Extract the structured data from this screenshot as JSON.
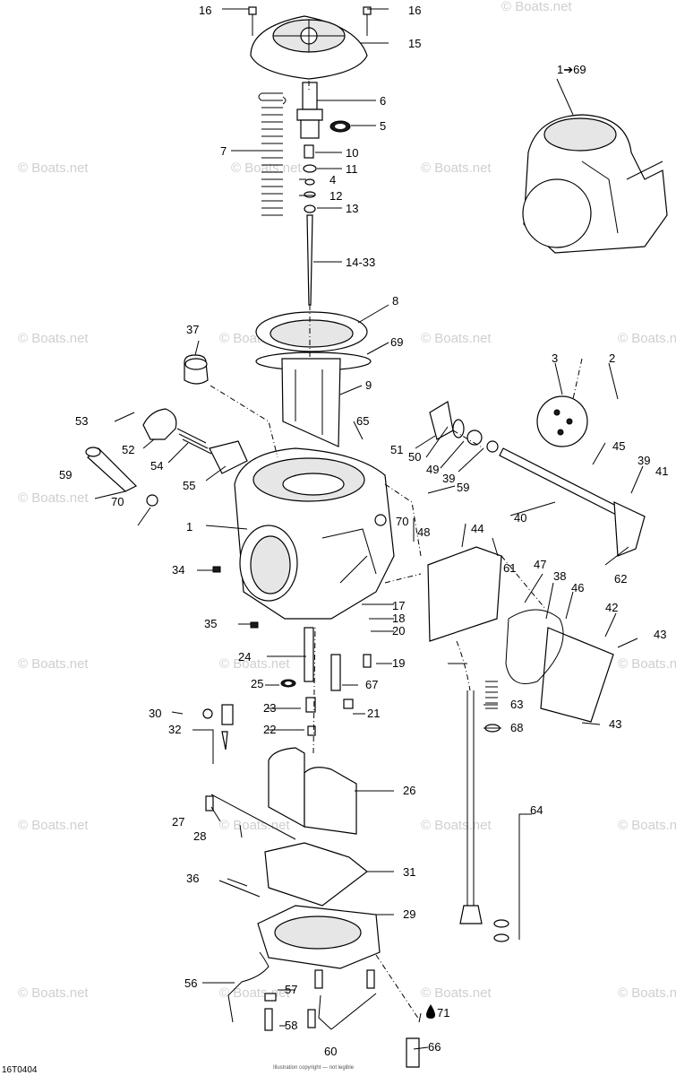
{
  "watermark_text": "© Boats.net",
  "diagram_code": "16T0404",
  "footer_copyright": "Illustration copyright — not legible",
  "callouts": {
    "c16a": "16",
    "c16b": "16",
    "c15": "15",
    "c6": "6",
    "c5": "5",
    "c7": "7",
    "c10": "10",
    "c11": "11",
    "c4": "4",
    "c12": "12",
    "c13": "13",
    "c14_33": "14-33",
    "c1_69": "1➔69",
    "c8": "8",
    "c37": "37",
    "c69": "69",
    "c9": "9",
    "c3": "3",
    "c2": "2",
    "c53": "53",
    "c65": "65",
    "c52": "52",
    "c54": "54",
    "c51": "51",
    "c45": "45",
    "c50": "50",
    "c49": "49",
    "c39a": "39",
    "c39b": "39",
    "c41": "41",
    "c59a": "59",
    "c55": "55",
    "c59b": "59",
    "c40": "40",
    "c70a": "70",
    "c70b": "70",
    "c1": "1",
    "c44": "44",
    "c48": "48",
    "c61": "61",
    "c62": "62",
    "c34": "34",
    "c47": "47",
    "c38": "38",
    "c46": "46",
    "c42": "42",
    "c17": "17",
    "c18": "18",
    "c43a": "43",
    "c35": "35",
    "c20": "20",
    "c24": "24",
    "c19": "19",
    "c25": "25",
    "c67": "67",
    "c63": "63",
    "c30": "30",
    "c23": "23",
    "c21": "21",
    "c43b": "43",
    "c32": "32",
    "c68": "68",
    "c22": "22",
    "c26": "26",
    "c27": "27",
    "c64": "64",
    "c28": "28",
    "c36": "36",
    "c31": "31",
    "c29": "29",
    "c56": "56",
    "c57": "57",
    "c71": "71",
    "c58": "58",
    "c60": "60",
    "c66": "66"
  }
}
